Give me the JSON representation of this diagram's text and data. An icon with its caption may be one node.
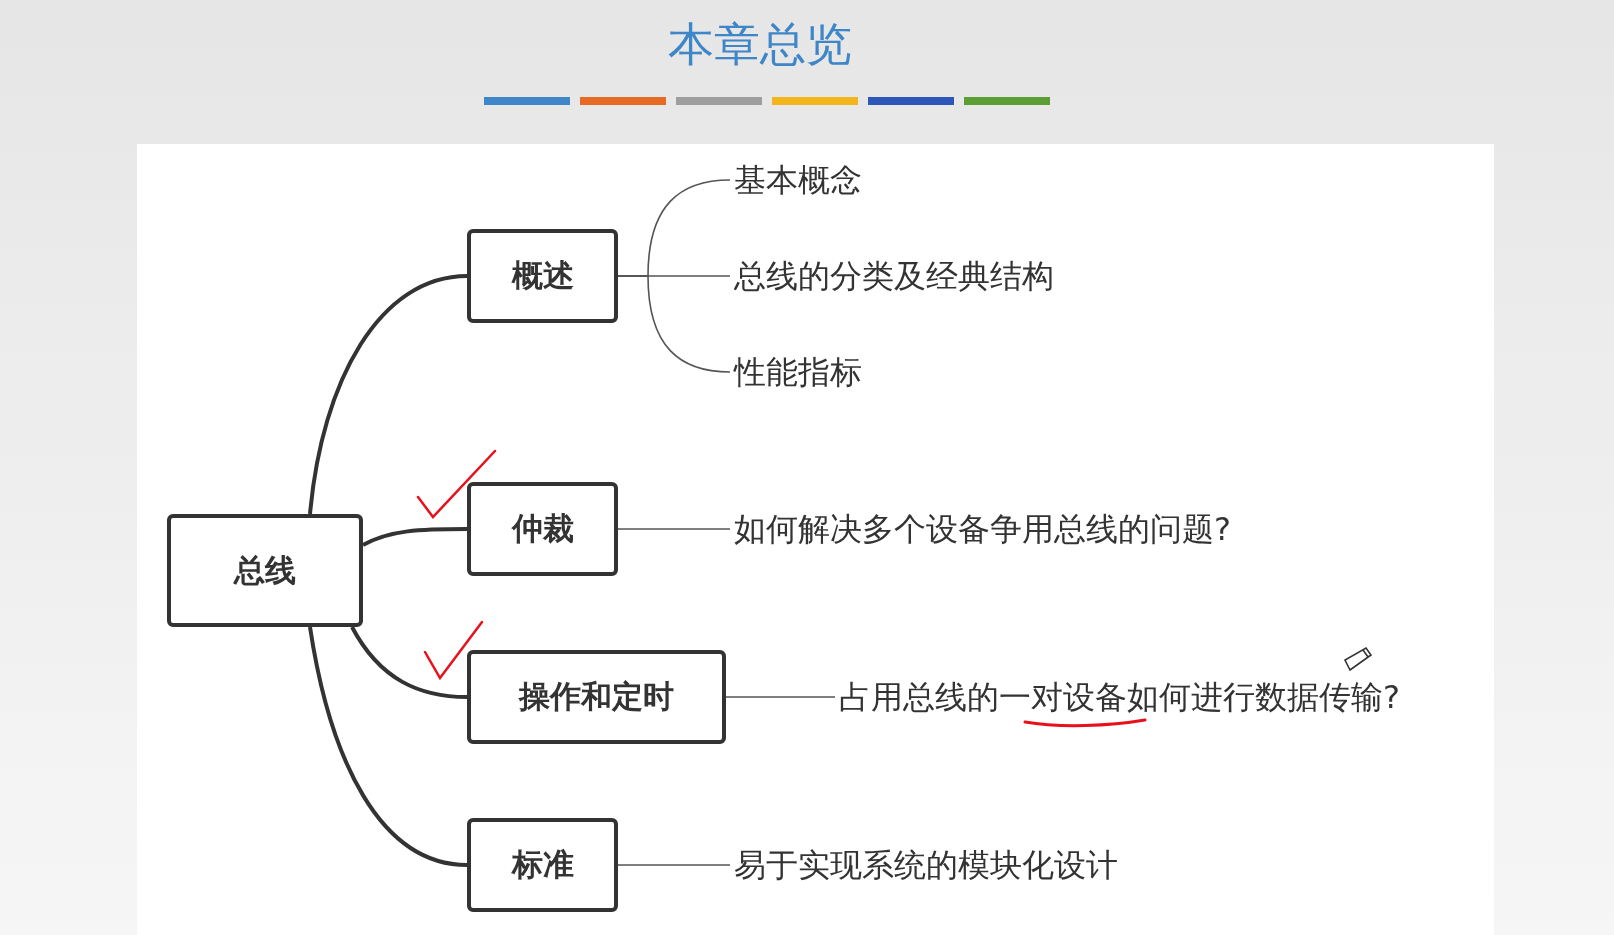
{
  "diagram": {
    "title": "本章总览",
    "nodes": [
      {
        "text": [
          "总线"
        ]
      },
      {
        "text": [
          "概述"
        ]
      },
      {
        "text": [
          "基本概念"
        ]
      },
      {
        "text": [
          "总线的分类及经典结构"
        ]
      },
      {
        "text": [
          "性能指标"
        ]
      },
      {
        "text": [
          "仲裁"
        ]
      },
      {
        "text": [
          "如何解决多个设备争用总线的问题?"
        ]
      },
      {
        "text": [
          "操作和定时"
        ]
      },
      {
        "text": [
          "占用总线的一对设备如何进行数据传输?"
        ]
      },
      {
        "text": [
          "标准"
        ]
      },
      {
        "text": [
          "易于实现系统的模块化设计"
        ]
      }
    ],
    "edges": [
      {
        "from": 0,
        "to": 1,
        "arrow": "none"
      },
      {
        "from": 0,
        "to": 5,
        "arrow": "none"
      },
      {
        "from": 0,
        "to": 7,
        "arrow": "none"
      },
      {
        "from": 0,
        "to": 9,
        "arrow": "none"
      },
      {
        "from": 1,
        "to": 2,
        "arrow": "none"
      },
      {
        "from": 1,
        "to": 3,
        "arrow": "none"
      },
      {
        "from": 1,
        "to": 4,
        "arrow": "none"
      },
      {
        "from": 5,
        "to": 6,
        "arrow": "none"
      },
      {
        "from": 7,
        "to": 8,
        "arrow": "none"
      },
      {
        "from": 9,
        "to": 10,
        "arrow": "none"
      }
    ]
  }
}
